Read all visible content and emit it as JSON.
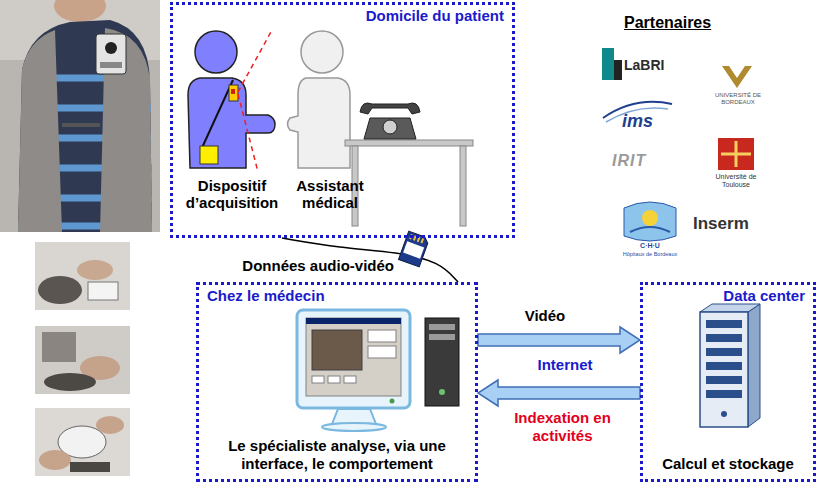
{
  "diagram": {
    "nodes": [
      {
        "text": [
          "Domicile du patient"
        ]
      },
      {
        "text": [
          "Chez le médecin",
          "Le spécialiste analyse, via une interface, le comportement"
        ]
      },
      {
        "text": [
          "Data center",
          "Calcul et stockage"
        ]
      }
    ],
    "edges": [
      {
        "from": 0,
        "to": 1,
        "arrow": "none",
        "label": "Données audio-vidéo"
      },
      {
        "from": 1,
        "to": 2,
        "arrow": "to",
        "label": "Vidéo"
      },
      {
        "from": 2,
        "to": 1,
        "arrow": "to",
        "label": "Indexation en activités"
      }
    ],
    "labels": [
      "Dispositif d’acquisition",
      "Assistant médical",
      "Partenaires",
      "LaBRI",
      "UNIVERSITÉ DE BORDEAUX",
      "ims",
      "IRIT",
      "Université de Toulouse",
      "C·H·U",
      "Hôpitaux de Bordeaux",
      "Inserm",
      "Internet"
    ]
  }
}
